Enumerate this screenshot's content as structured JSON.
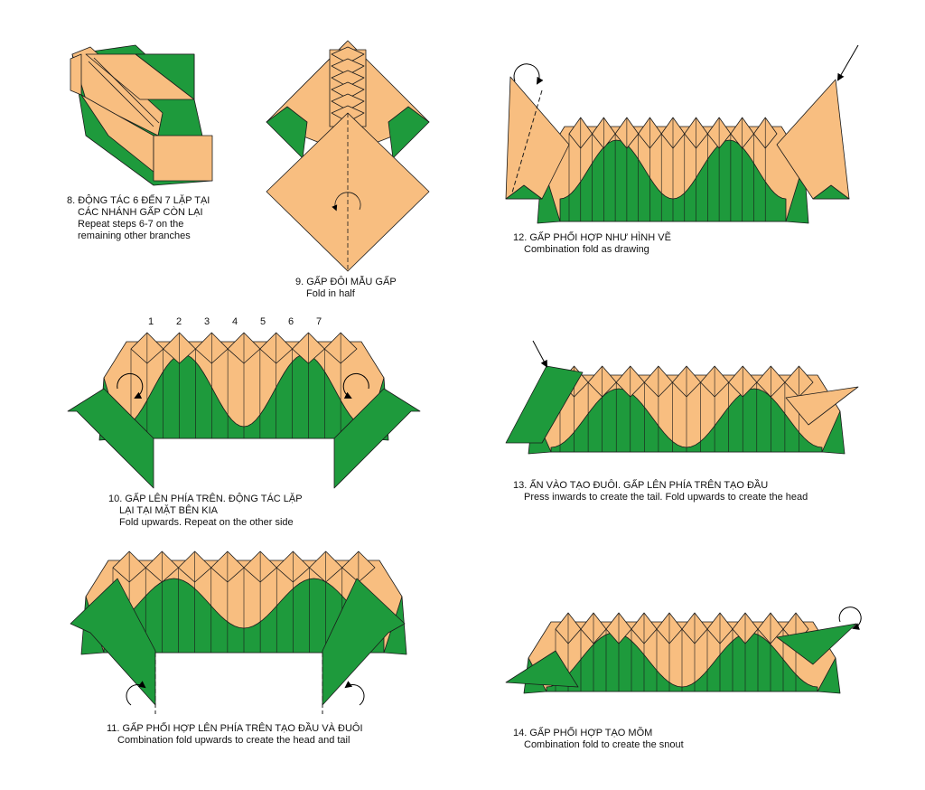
{
  "colors": {
    "paper_front": "#F8BE80",
    "paper_back": "#1E9A3C",
    "line": "#1a1a1a"
  },
  "steps": [
    {
      "number": "8",
      "vn_line1": "8. ĐỘNG TÁC 6 ĐẾN 7 LẶP TẠI",
      "vn_line2": "CÁC NHÁNH GẤP CÒN LẠI",
      "en_line1": "Repeat steps 6-7 on the",
      "en_line2": "remaining other branches"
    },
    {
      "number": "9",
      "vn_line1": "9. GẤP ĐÔI MẪU GẤP",
      "en_line1": "Fold in half"
    },
    {
      "number": "10",
      "vn_line1": "10. GẤP LÊN PHÍA TRÊN. ĐỘNG TÁC LẶP",
      "vn_line2": "LẠI TẠI MẶT BÊN KIA",
      "en_line1": "Fold upwards. Repeat on the other side",
      "pleat_labels": [
        "1",
        "2",
        "3",
        "4",
        "5",
        "6",
        "7"
      ]
    },
    {
      "number": "11",
      "vn_line1": "11. GẤP PHỐI HỢP LÊN PHÍA TRÊN TẠO ĐẦU VÀ ĐUÔI",
      "en_line1": "Combination fold upwards to create the head and tail"
    },
    {
      "number": "12",
      "vn_line1": "12. GẤP PHỐI HỢP NHƯ HÌNH VẼ",
      "en_line1": "Combination fold as drawing"
    },
    {
      "number": "13",
      "vn_line1": "13. ẤN VÀO TẠO ĐUÔI. GẤP LÊN PHÍA TRÊN TẠO ĐẦU",
      "en_line1": "Press inwards to create the tail. Fold upwards to create the head"
    },
    {
      "number": "14",
      "vn_line1": "14. GẤP PHỐI HỢP TẠO MÕM",
      "en_line1": "Combination fold to create the snout"
    }
  ]
}
